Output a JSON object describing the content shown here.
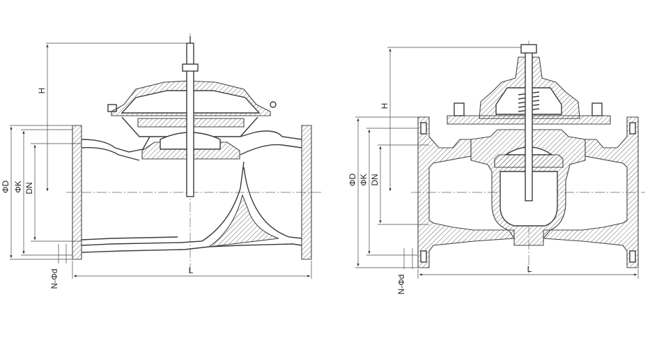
{
  "left_drawing": {
    "labels": {
      "H": "H",
      "D": "ΦD",
      "K": "ΦK",
      "DN": "DN",
      "Nd": "N-Φd",
      "L": "L"
    }
  },
  "right_drawing": {
    "labels": {
      "H": "H",
      "D": "ΦD",
      "K": "ΦK",
      "DN": "DN",
      "Nd": "N-Φd",
      "L": "L"
    }
  },
  "colors": {
    "line": "#3a3a3a",
    "background": "#ffffff"
  }
}
